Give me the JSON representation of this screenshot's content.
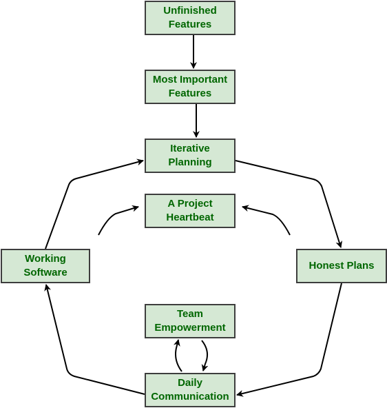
{
  "diagram": {
    "nodes": {
      "unfinished_features": "Unfinished\nFeatures",
      "most_important_features": "Most Important\nFeatures",
      "iterative_planning": "Iterative\nPlanning",
      "project_heartbeat": "A Project\nHeartbeat",
      "working_software": "Working\nSoftware",
      "honest_plans": "Honest Plans",
      "team_empowerment": "Team\nEmpowerment",
      "daily_communication": "Daily\nCommunication"
    },
    "edges": [
      {
        "from": "unfinished_features",
        "to": "most_important_features"
      },
      {
        "from": "most_important_features",
        "to": "iterative_planning"
      },
      {
        "from": "iterative_planning",
        "to": "honest_plans"
      },
      {
        "from": "honest_plans",
        "to": "daily_communication"
      },
      {
        "from": "daily_communication",
        "to": "working_software"
      },
      {
        "from": "working_software",
        "to": "iterative_planning"
      },
      {
        "from": "daily_communication",
        "to": "team_empowerment"
      },
      {
        "from": "team_empowerment",
        "to": "daily_communication"
      }
    ],
    "colors": {
      "node_fill": "#d5e8d4",
      "node_border": "#3d3d3d",
      "node_text": "#006600",
      "edge": "#000000"
    }
  }
}
